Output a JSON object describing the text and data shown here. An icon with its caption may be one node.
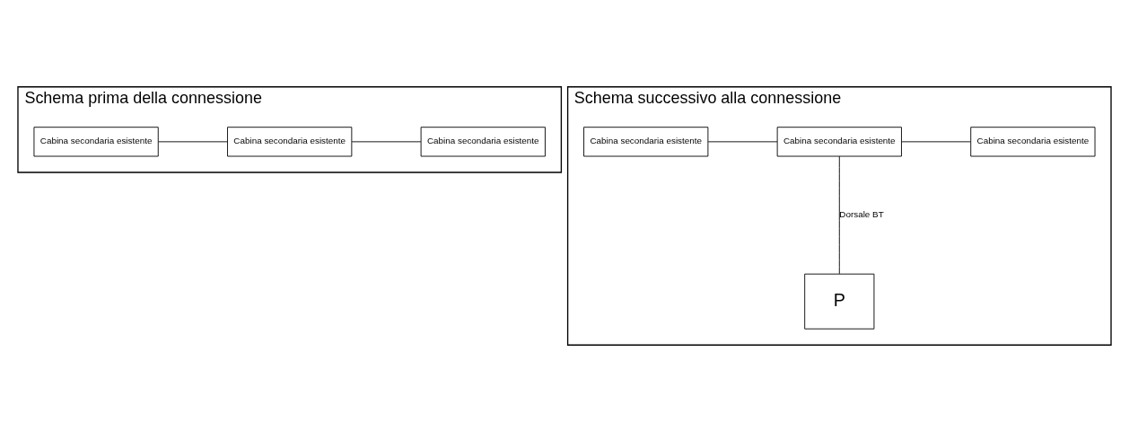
{
  "diagram": {
    "nodes": [
      {
        "text": [
          "Schema prima della connessione"
        ]
      },
      {
        "text": [
          "Cabina secondaria esistente"
        ],
        "in": 0
      },
      {
        "text": [
          "Cabina secondaria esistente"
        ],
        "in": 0
      },
      {
        "text": [
          "Cabina secondaria esistente"
        ],
        "in": 0
      },
      {
        "text": [
          "Schema successivo alla connessione"
        ]
      },
      {
        "text": [
          "Cabina secondaria esistente"
        ],
        "in": 4
      },
      {
        "text": [
          "Cabina secondaria esistente"
        ],
        "in": 4
      },
      {
        "text": [
          "Cabina secondaria esistente"
        ],
        "in": 4
      },
      {
        "text": [
          "P"
        ],
        "in": 4
      }
    ],
    "edges": [
      {
        "from": 1,
        "to": 2,
        "arrow": "none"
      },
      {
        "from": 2,
        "to": 3,
        "arrow": "none"
      },
      {
        "from": 5,
        "to": 6,
        "arrow": "none"
      },
      {
        "from": 6,
        "to": 7,
        "arrow": "none"
      },
      {
        "from": 6,
        "to": 8,
        "arrow": "none",
        "label": "Dorsale BT"
      }
    ]
  }
}
